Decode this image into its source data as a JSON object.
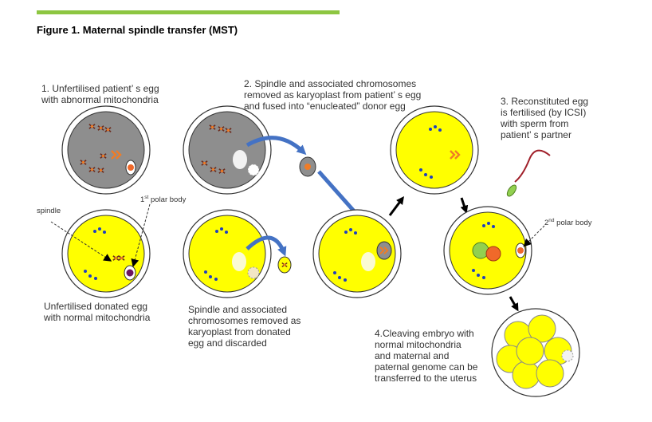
{
  "title": "Figure 1. Maternal spindle transfer (MST)",
  "labels": {
    "step1": "1. Unfertilised patient’ s egg\nwith abnormal mitochondria",
    "step2": "2. Spindle and associated chromosomes\nremoved as karyoplast from patient’ s egg\nand fused into “enucleated” donor egg",
    "step3": "3. Reconstituted egg\nis fertilised (by ICSI)\nwith sperm from\npatient’ s partner",
    "step4": "4.Cleaving embryo with\nnormal mitochondria\nand maternal and\npaternal genome can be\ntransferred to the uterus",
    "donated": "Unfertilised donated egg\nwith normal mitochondria",
    "spindle_removed": "Spindle and associated\nchromosomes removed as\nkaryoplast from donated\negg and discarded",
    "spindle": "spindle",
    "polar1_num": "1",
    "polar1_sup": "st",
    "polar1_text": " polar body",
    "polar2_num": "2",
    "polar2_sup": "nd",
    "polar2_text": " polar body"
  },
  "colors": {
    "accent_bar": "#8dc641",
    "patient_cytoplasm": "#8e8e8e",
    "donor_cytoplasm": "#ffff00",
    "arrow_blue": "#4472c4",
    "spindle_orange": "#f07c26",
    "pronucleus_green": "#92d050",
    "pronucleus_orange": "#f0692a",
    "zona_outline": "#333333"
  }
}
